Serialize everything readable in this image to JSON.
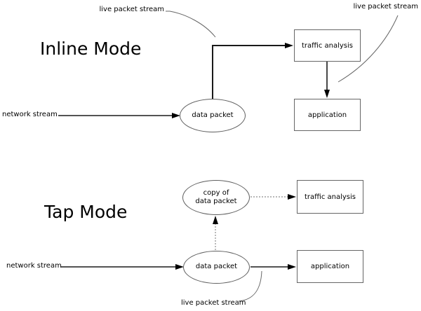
{
  "diagram": {
    "inline": {
      "title": "Inline Mode",
      "network_stream": "network stream",
      "live_packet_stream_left": "live packet stream",
      "live_packet_stream_right": "live packet stream",
      "data_packet": "data packet",
      "traffic_analysis": "traffic analysis",
      "application": "application"
    },
    "tap": {
      "title": "Tap Mode",
      "network_stream": "network stream",
      "live_packet_stream": "live packet stream",
      "data_packet": "data packet",
      "copy_of_data_packet": "copy of data packet",
      "traffic_analysis": "traffic analysis",
      "application": "application"
    },
    "connections": [
      {
        "mode": "inline",
        "from": "network stream",
        "to": "data packet",
        "style": "solid"
      },
      {
        "mode": "inline",
        "from": "data packet",
        "to": "traffic analysis",
        "style": "solid",
        "label": "live packet stream"
      },
      {
        "mode": "inline",
        "from": "traffic analysis",
        "to": "application",
        "style": "solid",
        "label": "live packet stream"
      },
      {
        "mode": "tap",
        "from": "network stream",
        "to": "data packet",
        "style": "solid"
      },
      {
        "mode": "tap",
        "from": "data packet",
        "to": "copy of data packet",
        "style": "dotted"
      },
      {
        "mode": "tap",
        "from": "copy of data packet",
        "to": "traffic analysis",
        "style": "dotted"
      },
      {
        "mode": "tap",
        "from": "data packet",
        "to": "application",
        "style": "solid",
        "label": "live packet stream"
      }
    ],
    "colors": {
      "background": "#ffffff",
      "text": "#000000",
      "arrow": "#1a1a1a",
      "box_border": "#666666",
      "leader_line": "#666666",
      "dotted_line": "#8c8c8c"
    }
  }
}
